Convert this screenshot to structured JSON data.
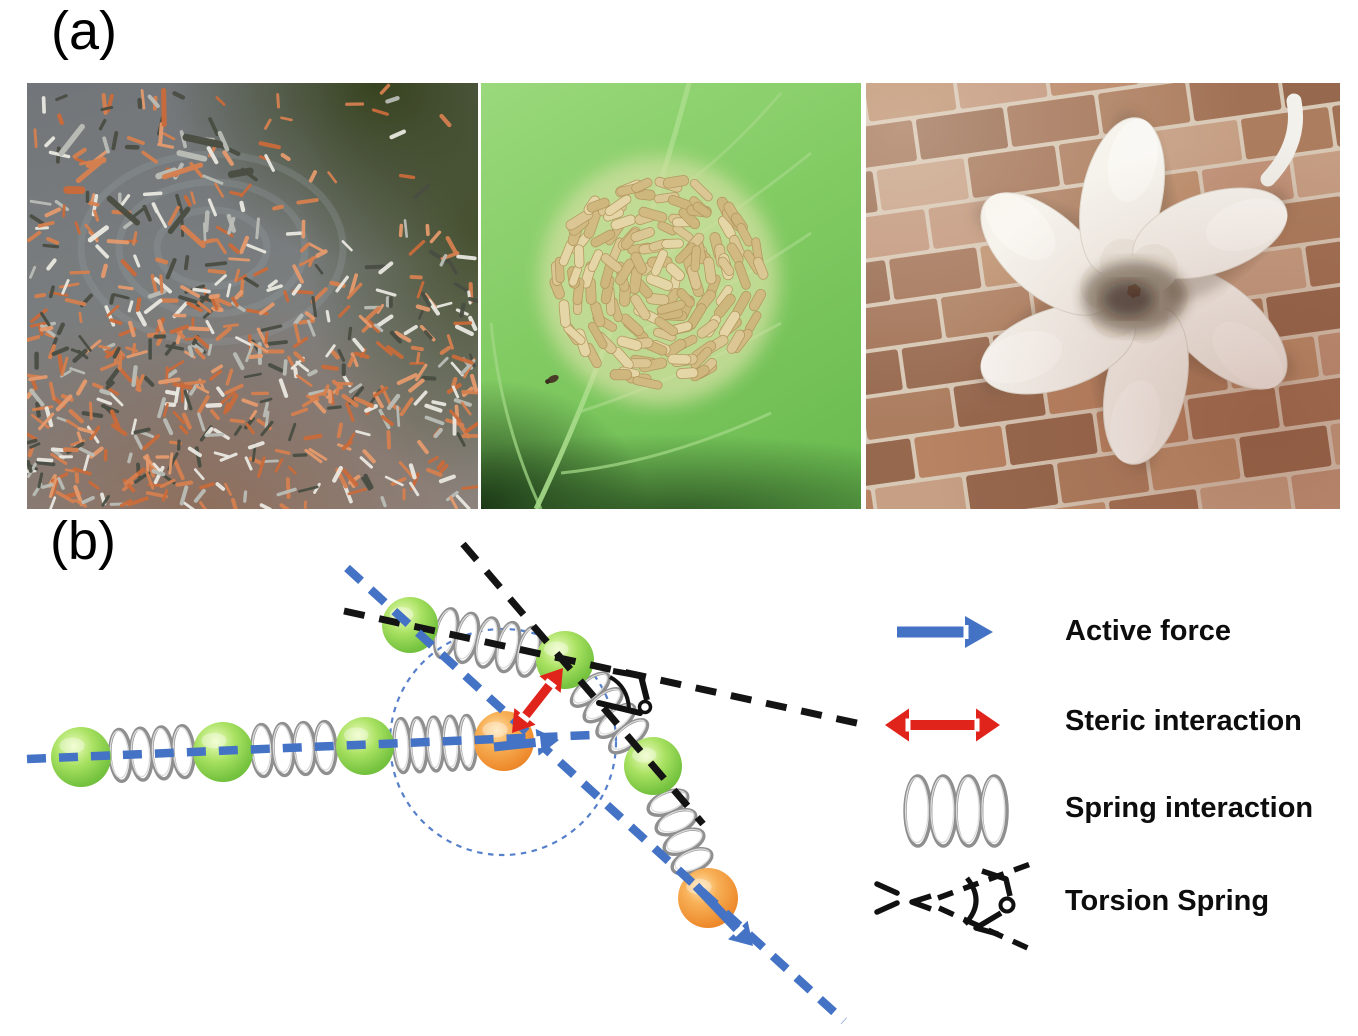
{
  "figure": {
    "panel_a": {
      "label": "(a)",
      "photos": [
        {
          "name": "fish-school-photo",
          "subject": "school of small orange and white fish milling in dark pond water"
        },
        {
          "name": "larvae-mill-photo",
          "subject": "circular mill of pale larvae on a green leaf"
        },
        {
          "name": "puppy-mill-photo",
          "subject": "white puppies feeding in a circle on brick pavement"
        }
      ]
    },
    "panel_b": {
      "label": "(b)",
      "legend": [
        {
          "icon": "active-force-arrow-icon",
          "label": "Active force"
        },
        {
          "icon": "steric-interaction-arrow-icon",
          "label": "Steric interaction"
        },
        {
          "icon": "spring-interaction-coil-icon",
          "label": "Spring interaction"
        },
        {
          "icon": "torsion-spring-glyph-icon",
          "label": "Torsion Spring"
        }
      ]
    },
    "colors": {
      "active_force_blue": "#4472c4",
      "steric_red": "#e0241b",
      "spring_gray": "#8f8f8f",
      "dash_black": "#141414",
      "bead_green": "#8cce4e",
      "bead_orange": "#ee8f35"
    }
  }
}
